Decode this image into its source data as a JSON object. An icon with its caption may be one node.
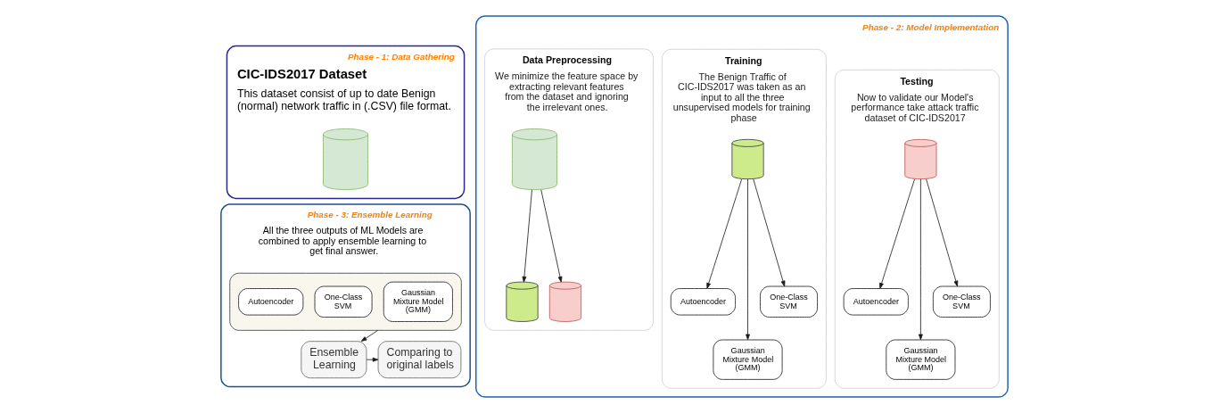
{
  "diagram": {
    "nodes": [
      {
        "text": [
          "Phase - 1: Data Gathering",
          "CIC-IDS2017 Dataset",
          "This dataset consist of up to date Benign (normal) network traffic in (.CSV) file format."
        ]
      },
      {
        "text": [],
        "shape": "cylinder",
        "in": 0
      },
      {
        "text": [
          "Phase - 2: Model Implementation"
        ]
      },
      {
        "text": [
          "Data Preprocessing",
          "We minimize the feature space by extracting relevant features from the dataset and ignoring the irrelevant ones."
        ],
        "in": 2
      },
      {
        "text": [],
        "shape": "cylinder",
        "in": 3
      },
      {
        "text": [],
        "shape": "cylinder",
        "in": 3
      },
      {
        "text": [],
        "shape": "cylinder",
        "in": 3
      },
      {
        "text": [
          "Training",
          "The Benign Traffic of CIC-IDS2017 was taken as an input to all the three unsupervised models for training phase"
        ],
        "in": 2
      },
      {
        "text": [],
        "shape": "cylinder",
        "in": 7
      },
      {
        "text": [
          "Autoencoder"
        ],
        "in": 7
      },
      {
        "text": [
          "One-Class SVM"
        ],
        "in": 7
      },
      {
        "text": [
          "Gaussian Mixture Model (GMM)"
        ],
        "in": 7
      },
      {
        "text": [
          "Testing",
          "Now to validate our Model's performance take attack traffic dataset of CIC-IDS2017"
        ],
        "in": 2
      },
      {
        "text": [],
        "shape": "cylinder",
        "in": 12
      },
      {
        "text": [
          "Autoencoder"
        ],
        "in": 12
      },
      {
        "text": [
          "One-Class SVM"
        ],
        "in": 12
      },
      {
        "text": [
          "Gaussian Mixture Model (GMM)"
        ],
        "in": 12
      },
      {
        "text": [
          "Phase - 3: Ensemble Learning",
          "All the three outputs of ML Models are combined to apply ensemble learning to get final answer."
        ]
      },
      {
        "text": [],
        "shape": "box",
        "in": 17
      },
      {
        "text": [
          "Autoencoder"
        ],
        "in": 18
      },
      {
        "text": [
          "One-Class SVM"
        ],
        "in": 18
      },
      {
        "text": [
          "Gaussian Mixture Model (GMM)"
        ],
        "in": 18
      },
      {
        "text": [
          "Ensemble Learning"
        ],
        "in": 17
      },
      {
        "text": [
          "Comparing to original labels"
        ],
        "in": 17
      }
    ],
    "edges": [
      {
        "from": 4,
        "to": 5,
        "arrow": "to"
      },
      {
        "from": 4,
        "to": 6,
        "arrow": "to"
      },
      {
        "from": 8,
        "to": 9,
        "arrow": "to"
      },
      {
        "from": 8,
        "to": 11,
        "arrow": "to"
      },
      {
        "from": 8,
        "to": 10,
        "arrow": "to"
      },
      {
        "from": 13,
        "to": 14,
        "arrow": "to"
      },
      {
        "from": 13,
        "to": 16,
        "arrow": "to"
      },
      {
        "from": 13,
        "to": 15,
        "arrow": "to"
      },
      {
        "from": 18,
        "to": 22,
        "arrow": "to"
      },
      {
        "from": 22,
        "to": 23,
        "arrow": "to"
      }
    ]
  }
}
